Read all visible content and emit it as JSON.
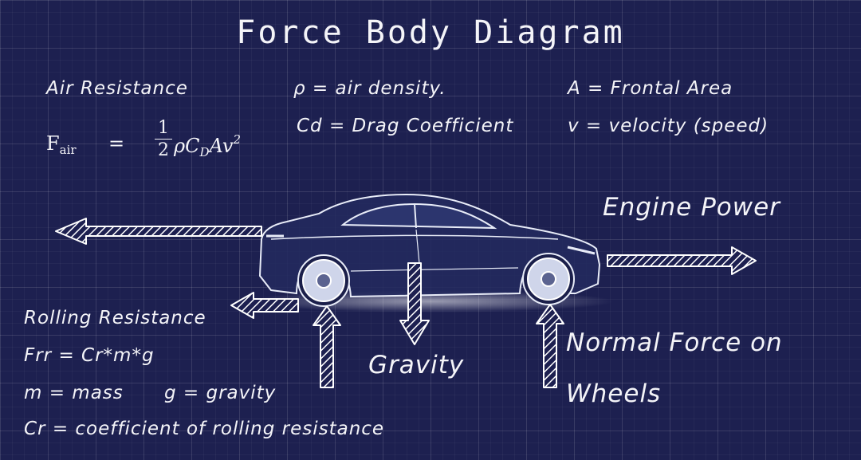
{
  "title": "Force Body Diagram",
  "air_resistance": {
    "heading": "Air Resistance",
    "formula_lhs": "F",
    "formula_lhs_sub": "air",
    "formula_eq": "=",
    "formula_num": "1",
    "formula_den": "2",
    "formula_rhs": "ρC",
    "formula_rhs_sub": "D",
    "formula_rhs_tail": "Av",
    "formula_rhs_sup": "2"
  },
  "legend": {
    "rho": "ρ   = air density.",
    "cd": "Cd = Drag Coefficient",
    "area": "A = Frontal Area",
    "velocity": "v = velocity (speed)"
  },
  "engine_power": "Engine Power",
  "gravity": "Gravity",
  "normal_force": {
    "line1": "Normal Force on",
    "line2": "Wheels"
  },
  "rolling": {
    "heading": "Rolling Resistance",
    "formula": "Frr = Cr*m*g",
    "mass": "m = mass",
    "gravity": "g = gravity",
    "cr": "Cr = coefficient of rolling resistance"
  },
  "colors": {
    "background": "#1d2050",
    "grid": "#ffffff",
    "text": "#f4f4f8",
    "arrow_outline": "#ffffff"
  }
}
